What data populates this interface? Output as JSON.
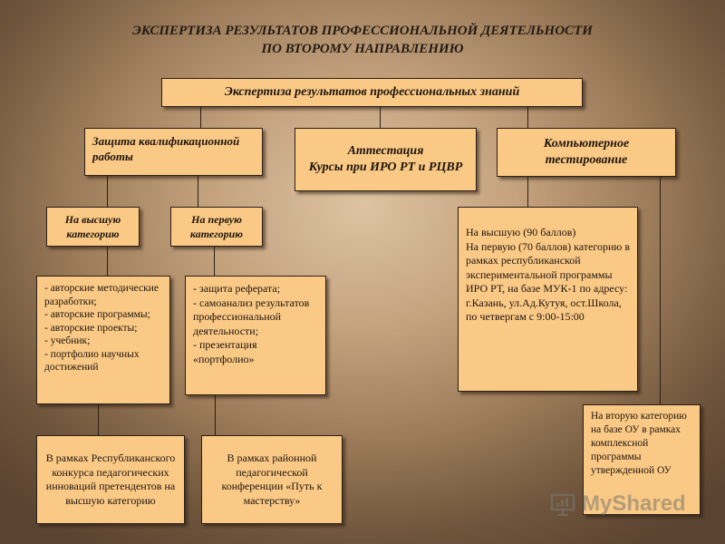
{
  "title": {
    "line1": "Экспертиза результатов профессиональной деятельности",
    "line2": "по второму направлению"
  },
  "root": {
    "label": "Экспертиза результатов профессиональных знаний"
  },
  "protection": {
    "label": "Защита квалификационной работы"
  },
  "attestation": {
    "line1": "Аттестация",
    "line2": "Курсы при ИРО РТ и РЦВР"
  },
  "computer": {
    "label": "Компьютерное тестирование"
  },
  "cat_high": {
    "label": "На высшую категорию"
  },
  "cat_first": {
    "label": "На первую категорию"
  },
  "high_items": [
    "- авторские методические разработки;",
    "- авторские программы;",
    "- авторские проекты;",
    "- учебник;",
    "- портфолио научных достижений"
  ],
  "first_items": [
    "- защита реферата;",
    "- самоанализ результатов профессиональной деятельности;",
    "- презентация «портфолио»"
  ],
  "testing_info": [
    "На высшую (90 баллов)",
    "На первую (70 баллов) категорию в рамках республиканской экспериментальной программы ИРО РТ, на базе МУК-1 по адресу: г.Казань, ул.Ад.Кутуя, ост.Школа, по четвергам с 9:00-15:00"
  ],
  "republic_contest": {
    "label": "В рамках Республиканского конкурса педагогических инноваций претендентов на высшую категорию"
  },
  "district_conf": {
    "label": "В рамках районной педагогической конференции «Путь к мастерству»"
  },
  "second_category": {
    "label": "На вторую категорию на базе ОУ в рамках комплексной программы утвержденной ОУ"
  },
  "watermark": {
    "text": "MyShared",
    "icon": "presentation-board-icon"
  },
  "colors": {
    "box_fill": "#fbc986",
    "border": "#2b2016",
    "background_center": "#ddc3a2",
    "background_edge": "#5a4431"
  }
}
